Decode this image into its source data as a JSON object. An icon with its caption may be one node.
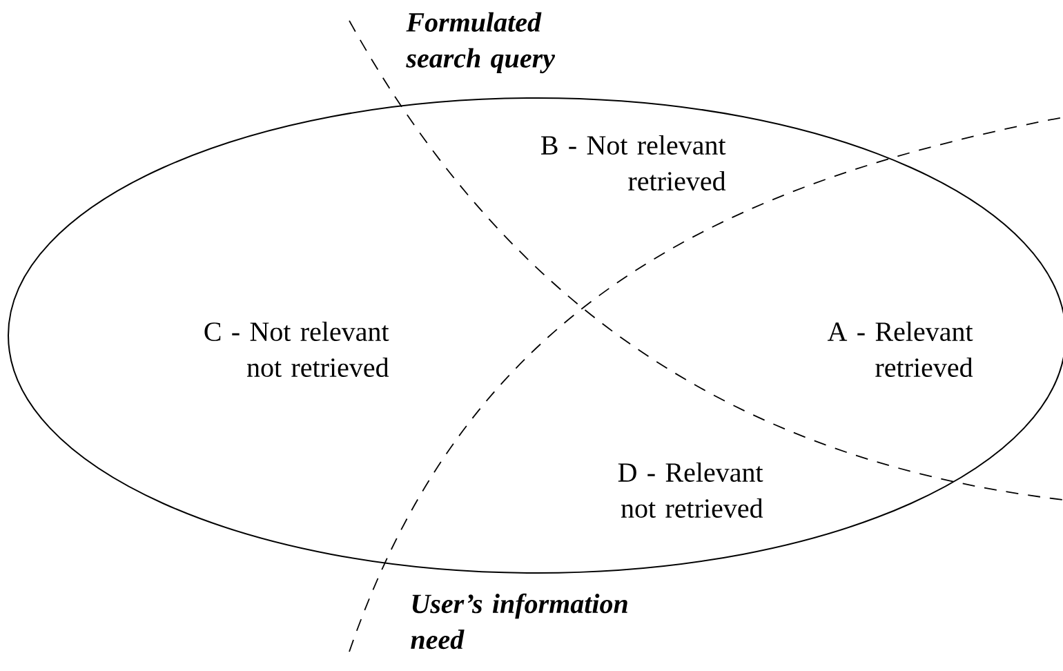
{
  "diagram": {
    "nodes": [
      {
        "text": [],
        "shape": "ellipse"
      }
    ],
    "labels": [
      "Formulated search query",
      "B - Not relevant retrieved",
      "C - Not relevant not retrieved",
      "A - Relevant retrieved",
      "D - Relevant not retrieved",
      "User’s information need"
    ]
  }
}
